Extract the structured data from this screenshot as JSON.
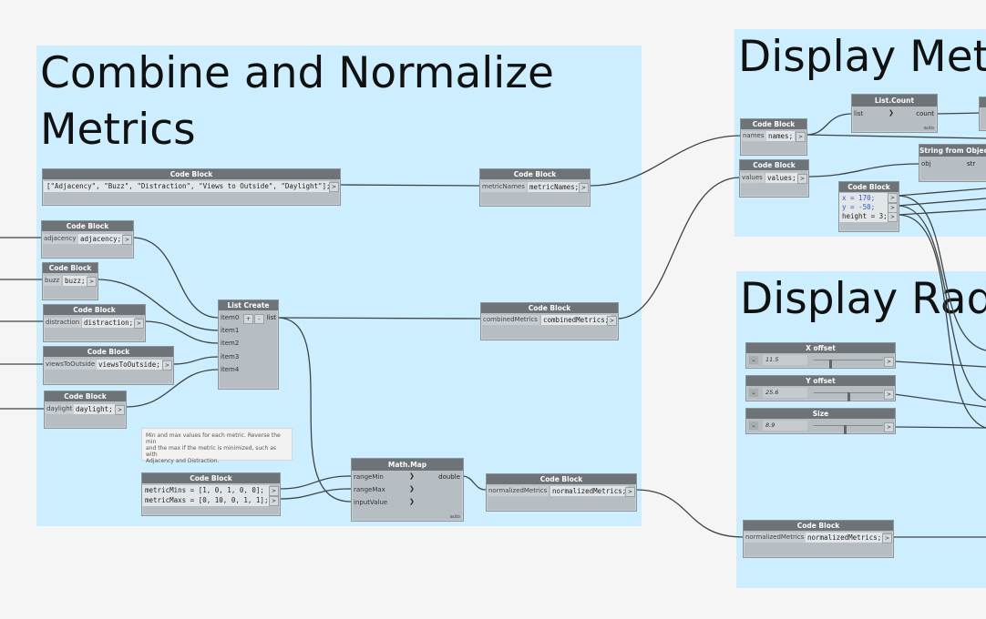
{
  "groups": {
    "combine": {
      "title": "Combine and Normalize\nMetrics"
    },
    "display_metrics": {
      "title": "Display Met"
    },
    "display_radar": {
      "title": "Display Rad"
    }
  },
  "nodes": {
    "names_code": {
      "title": "Code Block",
      "code": "[\"Adjacency\", \"Buzz\", \"Distraction\", \"Views to Outside\", \"Daylight\"];"
    },
    "metric_names": {
      "title": "Code Block",
      "port": "metricNames",
      "code": "metricNames;"
    },
    "adjacency": {
      "title": "Code Block",
      "port": "adjacency",
      "code": "adjacency;"
    },
    "buzz": {
      "title": "Code Block",
      "port": "buzz",
      "code": "buzz;"
    },
    "distraction": {
      "title": "Code Block",
      "port": "distraction",
      "code": "distraction;"
    },
    "views": {
      "title": "Code Block",
      "port": "viewsToOutside",
      "code": "viewsToOutside;"
    },
    "daylight": {
      "title": "Code Block",
      "port": "daylight",
      "code": "daylight;"
    },
    "list_create": {
      "title": "List Create",
      "inputs": [
        "item0",
        "item1",
        "item2",
        "item3",
        "item4"
      ],
      "output": "list",
      "plus": "+",
      "minus": "-"
    },
    "combined": {
      "title": "Code Block",
      "port": "combinedMetrics",
      "code": "combinedMetrics;"
    },
    "minmax": {
      "title": "Code Block",
      "code_lines": [
        "metricMins = [1, 0, 1, 0, 0];",
        "metricMaxs = [0, 10, 0, 1, 1];"
      ]
    },
    "math_map": {
      "title": "Math.Map",
      "inputs": [
        "rangeMin",
        "rangeMax",
        "inputValue"
      ],
      "output": "double",
      "lacing": "auto"
    },
    "normalized": {
      "title": "Code Block",
      "port": "normalizedMetrics",
      "code": "normalizedMetrics;"
    },
    "names_out": {
      "title": "Code Block",
      "port": "names",
      "code": "names;"
    },
    "values_out": {
      "title": "Code Block",
      "port": "values",
      "code": "values;"
    },
    "list_count": {
      "title": "List.Count",
      "input": "list",
      "output": "count",
      "lacing": "auto"
    },
    "string_from_object": {
      "title": "String from Object",
      "input": "obj",
      "output": "str"
    },
    "xy_code": {
      "title": "Code Block",
      "code_lines": [
        "x = 170;",
        "y = -50;",
        "height = 3;"
      ]
    },
    "x_offset": {
      "title": "X offset",
      "value": "11.5",
      "fraction": 0.23
    },
    "y_offset": {
      "title": "Y offset",
      "value": "25.6",
      "fraction": 0.51
    },
    "size": {
      "title": "Size",
      "value": "8.9",
      "fraction": 0.45
    },
    "normalized_radar": {
      "title": "Code Block",
      "port": "normalizedMetrics",
      "code": "normalizedMetrics;"
    }
  },
  "note": {
    "text": "Min and max values for each metric. Reverse the min\nand the max if the metric is minimized, such as with\nAdjacency and Distraction."
  },
  "glyphs": {
    "out": ">",
    "chev": "⌄",
    "arrow": "❯"
  },
  "colors": {
    "group_fill": "#cceeff",
    "node_header": "#6e7377",
    "node_body": "#b7bec3",
    "wire": "#3f4447",
    "canvas": "#f5f5f5",
    "number": "#2a5cc7"
  }
}
